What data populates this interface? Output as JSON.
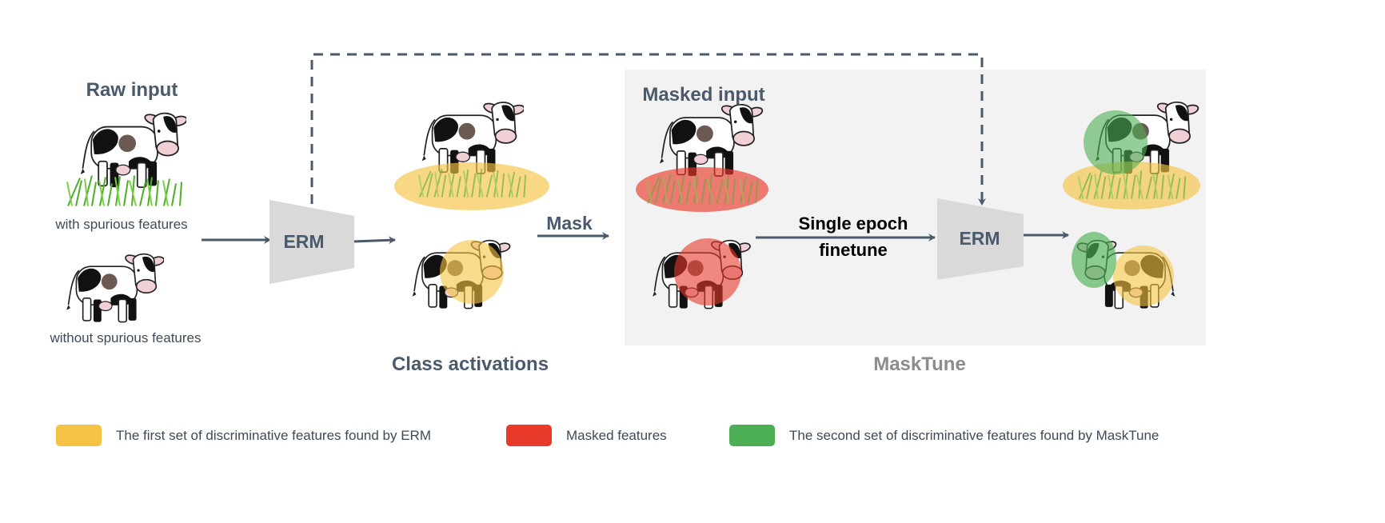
{
  "titles": {
    "raw_input": "Raw input",
    "with_spurious": "with spurious features",
    "without_spurious": "without spurious features",
    "class_activations": "Class activations",
    "mask": "Mask",
    "masked_input": "Masked input",
    "finetune_line1": "Single epoch",
    "finetune_line2": "finetune",
    "masktune": "MaskTune",
    "erm1": "ERM",
    "erm2": "ERM"
  },
  "legend": [
    {
      "label": "The first set of discriminative features found by ERM",
      "color": "#f5c343"
    },
    {
      "label": "Masked features",
      "color": "#e8392b"
    },
    {
      "label": "The second set of discriminative features found by MaskTune",
      "color": "#4caf55"
    }
  ],
  "colors": {
    "text": "#4a5a6b",
    "panel": "#f2f2f2",
    "erm": "#d9d9d9",
    "arrow": "#4a5a6b"
  }
}
